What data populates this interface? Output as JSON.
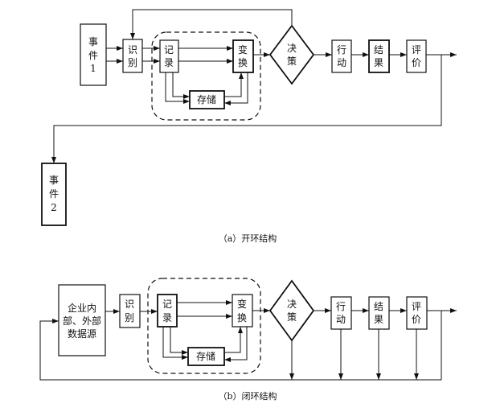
{
  "open_loop": {
    "caption": "（a）开环结构",
    "event1": [
      "事",
      "件",
      "1"
    ],
    "event2": [
      "事",
      "件",
      "2"
    ],
    "identify": [
      "识",
      "别"
    ],
    "record": [
      "记",
      "录"
    ],
    "transform": [
      "变",
      "换"
    ],
    "storage": "存储",
    "decide": [
      "决",
      "策"
    ],
    "action": [
      "行",
      "动"
    ],
    "result": [
      "结",
      "果"
    ],
    "evaluate": [
      "评",
      "价"
    ]
  },
  "closed_loop": {
    "caption": "（b）闭环结构",
    "source": [
      "企业内",
      "部、外部",
      "数据源"
    ],
    "identify": [
      "识",
      "别"
    ],
    "record": [
      "记",
      "录"
    ],
    "transform": [
      "变",
      "换"
    ],
    "storage": "存储",
    "decide": [
      "决",
      "策"
    ],
    "action": [
      "行",
      "动"
    ],
    "result": [
      "结",
      "果"
    ],
    "evaluate": [
      "评",
      "价"
    ]
  }
}
